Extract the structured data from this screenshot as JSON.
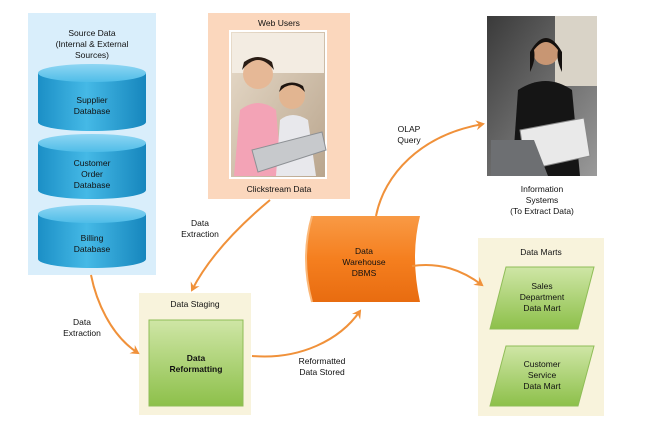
{
  "source_data": {
    "title": "Source Data\n(Internal & External\nSources)",
    "databases": [
      {
        "label": "Supplier\nDatabase"
      },
      {
        "label": "Customer\nOrder\nDatabase"
      },
      {
        "label": "Billing\nDatabase"
      }
    ]
  },
  "web_users": {
    "title": "Web Users",
    "caption": "Clickstream Data"
  },
  "staging": {
    "title": "Data Staging",
    "box_label": "Data\nReformatting"
  },
  "warehouse": {
    "label": "Data\nWarehouse\nDBMS"
  },
  "info_systems": {
    "caption": "Information\nSystems\n(To Extract Data)"
  },
  "marts": {
    "title": "Data Marts",
    "items": [
      {
        "label": "Sales\nDepartment\nData Mart"
      },
      {
        "label": "Customer\nService\nData Mart"
      }
    ]
  },
  "arrow_labels": {
    "extraction_web": "Data\nExtraction",
    "extraction_source": "Data\nExtraction",
    "reformatted": "Reformatted\nData Stored",
    "olap": "OLAP\nQuery"
  },
  "colors": {
    "arrow": "#f0913a",
    "cylinder_blue": "#29a6d8",
    "warehouse_orange": "#f57f1f",
    "mart_green": "#9ccb55"
  }
}
